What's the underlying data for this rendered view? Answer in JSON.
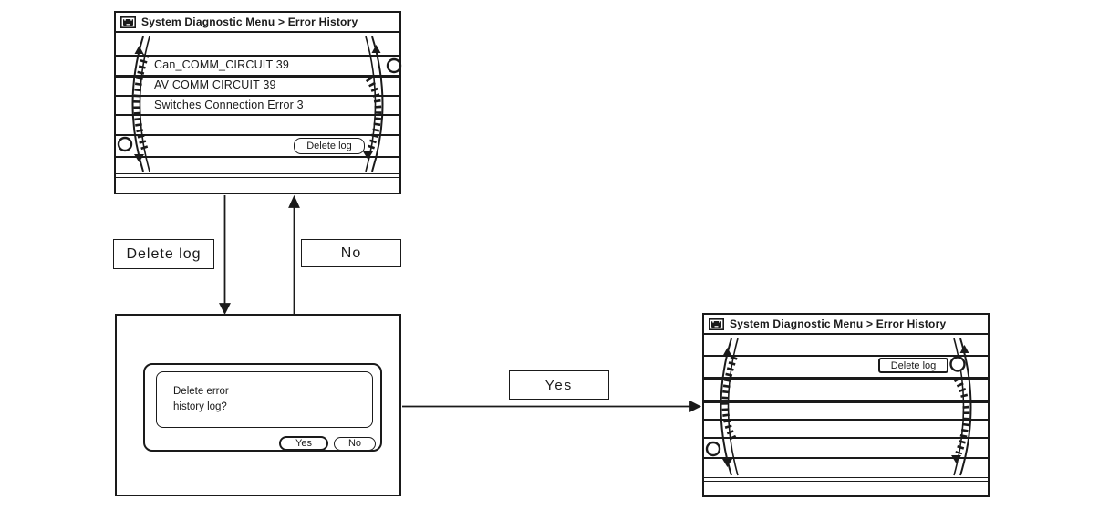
{
  "screen1": {
    "title": "System Diagnostic Menu > Error History",
    "items": [
      "Can_COMM_CIRCUIT 39",
      "AV COMM CIRCUIT 39",
      "Switches Connection Error 3"
    ],
    "delete_button": "Delete log"
  },
  "dialog": {
    "message_line1": "Delete error",
    "message_line2": "history log?",
    "yes_button": "Yes",
    "no_button": "No"
  },
  "screen3": {
    "title": "System Diagnostic Menu > Error History",
    "delete_button": "Delete log"
  },
  "labels": {
    "delete_log": "Delete log",
    "no": "No",
    "yes": "Yes"
  },
  "colors": {
    "line": "#1a1a1a",
    "background": "#ffffff"
  }
}
